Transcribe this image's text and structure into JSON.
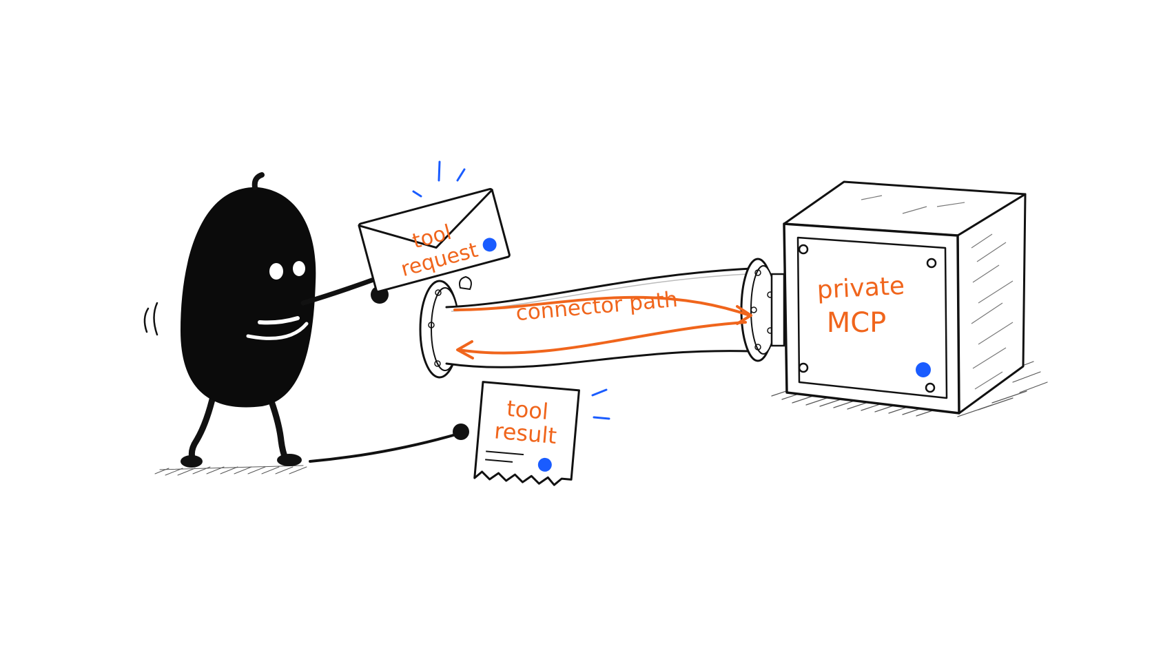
{
  "labels": {
    "request_line1": "tool",
    "request_line2": "request",
    "result_line1": "tool",
    "result_line2": "result",
    "path": "connector path",
    "server_line1": "private",
    "server_line2": "MCP"
  },
  "colors": {
    "ink": "#111111",
    "label": "#f0651c",
    "accent_blue": "#1a5cff",
    "background": "#ffffff"
  },
  "icons": {
    "character": "agent-character",
    "request": "envelope-icon",
    "result": "receipt-icon",
    "pipe": "pipe",
    "server": "box-server"
  }
}
